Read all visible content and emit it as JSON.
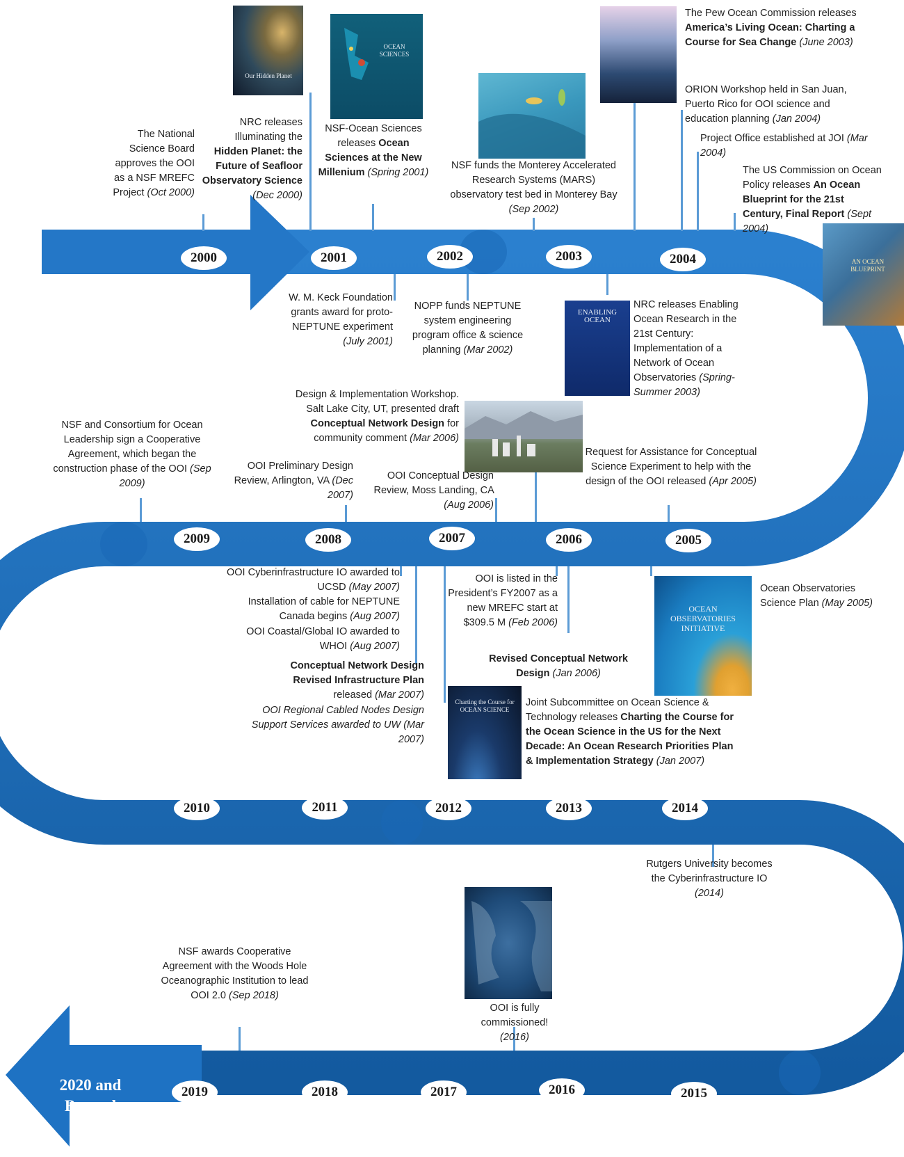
{
  "years": [
    "2000",
    "2001",
    "2002",
    "2003",
    "2004",
    "2005",
    "2006",
    "2007",
    "2008",
    "2009",
    "2010",
    "2011",
    "2012",
    "2013",
    "2014",
    "2015",
    "2016",
    "2017",
    "2018",
    "2019"
  ],
  "beyond": "2020 and Beyond",
  "colors": {
    "road": "#1d6fbf",
    "road_dark": "#155fa8",
    "tick": "#5b9bd5",
    "badge": "#ffffff"
  },
  "events": [
    {
      "id": "nsb",
      "pre": "The National Science Board approves the OOI as a NSF MREFC Project",
      "b": "",
      "post": "",
      "date": "(Oct 2000)"
    },
    {
      "id": "nrc2000",
      "pre": "NRC releases Illuminating the",
      "b": "Hidden Planet: the Future of Seafloor Observatory Science",
      "post": "",
      "date": "(Dec 2000)"
    },
    {
      "id": "nsfos",
      "pre": "NSF-Ocean Sciences releases",
      "b": "Ocean Sciences at the New Millenium",
      "post": "",
      "date": "(Spring 2001)"
    },
    {
      "id": "mars",
      "pre": "NSF funds the Monterey Accelerated Research Systems (MARS) observatory test bed in Monterey Bay",
      "b": "",
      "post": "",
      "date": "(Sep 2002)"
    },
    {
      "id": "pew",
      "pre": "The Pew Ocean Commission releases",
      "b": "America’s Living Ocean: Charting a Course for Sea Change",
      "post": "",
      "date": "(June 2003)"
    },
    {
      "id": "orion",
      "pre": "ORION Workshop held in San Juan, Puerto Rico for OOI science and education planning",
      "b": "",
      "post": "",
      "date": "(Jan 2004)"
    },
    {
      "id": "joi",
      "pre": "Project Office established at JOI",
      "b": "",
      "post": "",
      "date": "(Mar 2004)"
    },
    {
      "id": "uscop",
      "pre": "The US Commission on Ocean Policy releases",
      "b": "An Ocean Blueprint for the 21st Century, Final Report",
      "post": "",
      "date": "(Sept 2004)"
    },
    {
      "id": "keck",
      "pre": "W. M. Keck Foundation grants award for proto-NEPTUNE experiment",
      "b": "",
      "post": "",
      "date": "(July 2001)"
    },
    {
      "id": "nopp",
      "pre": "NOPP funds NEPTUNE system engineering program office & science planning",
      "b": "",
      "post": "",
      "date": "(Mar 2002)"
    },
    {
      "id": "nrc2003",
      "pre": "NRC releases Enabling Ocean Research in the 21st Century: Implementation of a Network of Ocean Observatories",
      "b": "",
      "post": "",
      "date": "(Spring-Summer 2003)"
    },
    {
      "id": "slc",
      "pre": "Design & Implementation Workshop. Salt Lake City, UT, presented draft",
      "b": "Conceptual Network Design",
      "post": "for community comment",
      "date": "(Mar 2006)"
    },
    {
      "id": "coop2009",
      "pre": "NSF and Consortium for Ocean Leadership sign a Cooperative Agreement, which began the construction phase of the OOI",
      "b": "",
      "post": "",
      "date": "(Sep 2009)"
    },
    {
      "id": "pdr",
      "pre": "OOI Preliminary Design Review, Arlington, VA",
      "b": "",
      "post": "",
      "date": "(Dec 2007)"
    },
    {
      "id": "cdr",
      "pre": "OOI Conceptual Design Review, Moss Landing, CA",
      "b": "",
      "post": "",
      "date": "(Aug 2006)"
    },
    {
      "id": "rfa",
      "pre": "Request for Assistance for Conceptual Science Experiment to help with the design of the OOI released",
      "b": "",
      "post": "",
      "date": "(Apr 2005)"
    },
    {
      "id": "ci2007",
      "pre": "OOI Cyberinfrastructure IO awarded to UCSD",
      "b": "",
      "post": "",
      "date": "(May 2007)"
    },
    {
      "id": "cable",
      "pre": "Installation of cable for NEPTUNE Canada begins",
      "b": "",
      "post": "",
      "date": "(Aug 2007)"
    },
    {
      "id": "coastal",
      "pre": "OOI Coastal/Global IO awarded to WHOI",
      "b": "",
      "post": "",
      "date": "(Aug 2007)"
    },
    {
      "id": "cnd2007",
      "pre": "",
      "b": "Conceptual Network Design Revised Infrastructure Plan",
      "post": "released",
      "date": "(Mar 2007)"
    },
    {
      "id": "rcn",
      "pre": "OOI Regional Cabled Nodes Design Support Services awarded to UW",
      "b": "",
      "post": "",
      "date": "(Mar 2007)"
    },
    {
      "id": "fy2007",
      "pre": "OOI is listed in the President’s FY2007 as a new MREFC start at $309.5 M",
      "b": "",
      "post": "",
      "date": "(Feb 2006)"
    },
    {
      "id": "rcnd",
      "pre": "",
      "b": "Revised Conceptual Network Design",
      "post": "",
      "date": "(Jan 2006)"
    },
    {
      "id": "joint",
      "pre": "Joint Subcommittee on Ocean Science & Technology releases",
      "b": "Charting the Course for the Ocean Science in the US for the Next Decade: An Ocean Research Priorities Plan & Implementation Strategy",
      "post": "",
      "date": "(Jan 2007)"
    },
    {
      "id": "osp",
      "pre": "Ocean Observatories Science Plan",
      "b": "",
      "post": "",
      "date": "(May 2005)"
    },
    {
      "id": "rutgers",
      "pre": "Rutgers University becomes the Cyberinfrastructure IO",
      "b": "",
      "post": "",
      "date": "(2014)"
    },
    {
      "id": "whoi2018",
      "pre": "NSF awards Cooperative Agreement with the Woods Hole Oceanographic Institution to lead OOI 2.0",
      "b": "",
      "post": "",
      "date": "(Sep 2018)"
    },
    {
      "id": "commissioned",
      "pre": "OOI is fully commissioned!",
      "b": "",
      "post": "",
      "date": "(2016)"
    }
  ],
  "images": {
    "hidden_planet": "Our Hidden Planet",
    "ocean_sciences": "OCEAN SCIENCES",
    "enabling": "ENABLING OCEAN",
    "blueprint": "AN OCEAN BLUEPRINT",
    "ooi_cover": "OCEAN OBSERVATORIES INITIATIVE",
    "charting": "Charting the Course for OCEAN SCIENCE"
  }
}
